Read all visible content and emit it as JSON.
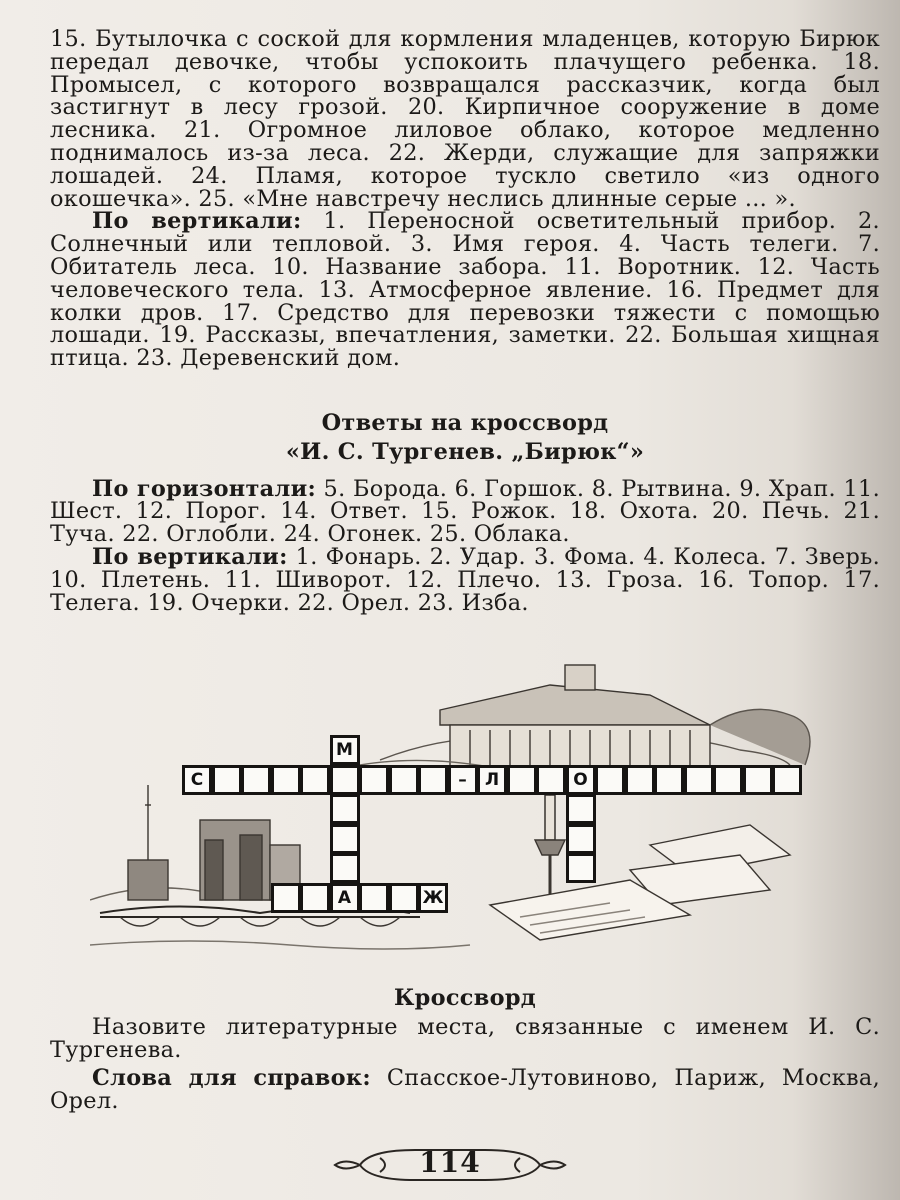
{
  "top_text": {
    "para1": "15. Бутылочка с соской для кормления младенцев, которую Бирюк передал девочке, чтобы успокоить плачущего ребенка. 18. Промысел, с которого возвращался рассказчик, когда был застигнут в лесу грозой. 20. Кирпичное сооружение в доме лесника. 21. Огромное лиловое облако, которое медленно поднималось из-за леса. 22. Жерди, служащие для запряжки лошадей. 24. Пламя, которое тускло светило «из одного окошечка». 25. «Мне навстречу неслись длинные серые ... ».",
    "vertical_label": "По вертикали:",
    "vertical_text": " 1. Переносной осветительный прибор. 2. Солнечный или тепловой. 3. Имя героя. 4. Часть телеги. 7. Обитатель леса. 10. Название забора. 11. Воротник. 12. Часть человеческого тела. 13. Атмосферное явление. 16. Предмет для колки дров. 17. Средство для перевозки тяжести с помощью лошади. 19. Рассказы, впечатления, заметки. 22. Большая хищная птица. 23. Деревенский дом."
  },
  "answers": {
    "title": "Ответы на кроссворд",
    "subtitle": "«И. С. Тургенев. „Бирюк“»",
    "horizontal_label": "По горизонтали:",
    "horizontal_text": " 5. Борода. 6. Горшок. 8. Рытвина. 9. Храп. 11. Шест. 12. Порог. 14. Ответ. 15. Рожок. 18. Охота. 20. Печь. 21. Туча. 22. Оглобли. 24. Огонек. 25. Облака.",
    "vertical_label": "По вертикали:",
    "vertical_text": " 1. Фонарь. 2. Удар. 3. Фома. 4. Колеса. 7. Зверь. 10. Плетень. 11. Шиворот. 12. Плечо. 13. Гроза. 16. Топор. 17. Телега. 19. Очерки. 22. Орел. 23. Изба."
  },
  "crossword": {
    "letters": {
      "m": "М",
      "s": "С",
      "dash": "–",
      "l": "Л",
      "o": "О",
      "a": "А",
      "zh": "Ж"
    }
  },
  "task": {
    "title": "Кроссворд",
    "text": "Назовите литературные места, связанные с именем И. С. Тургенева.",
    "words_label": "Слова для справок:",
    "words_text": " Спасское-Лутовиново, Париж, Москва, Орел."
  },
  "page_number": "114"
}
